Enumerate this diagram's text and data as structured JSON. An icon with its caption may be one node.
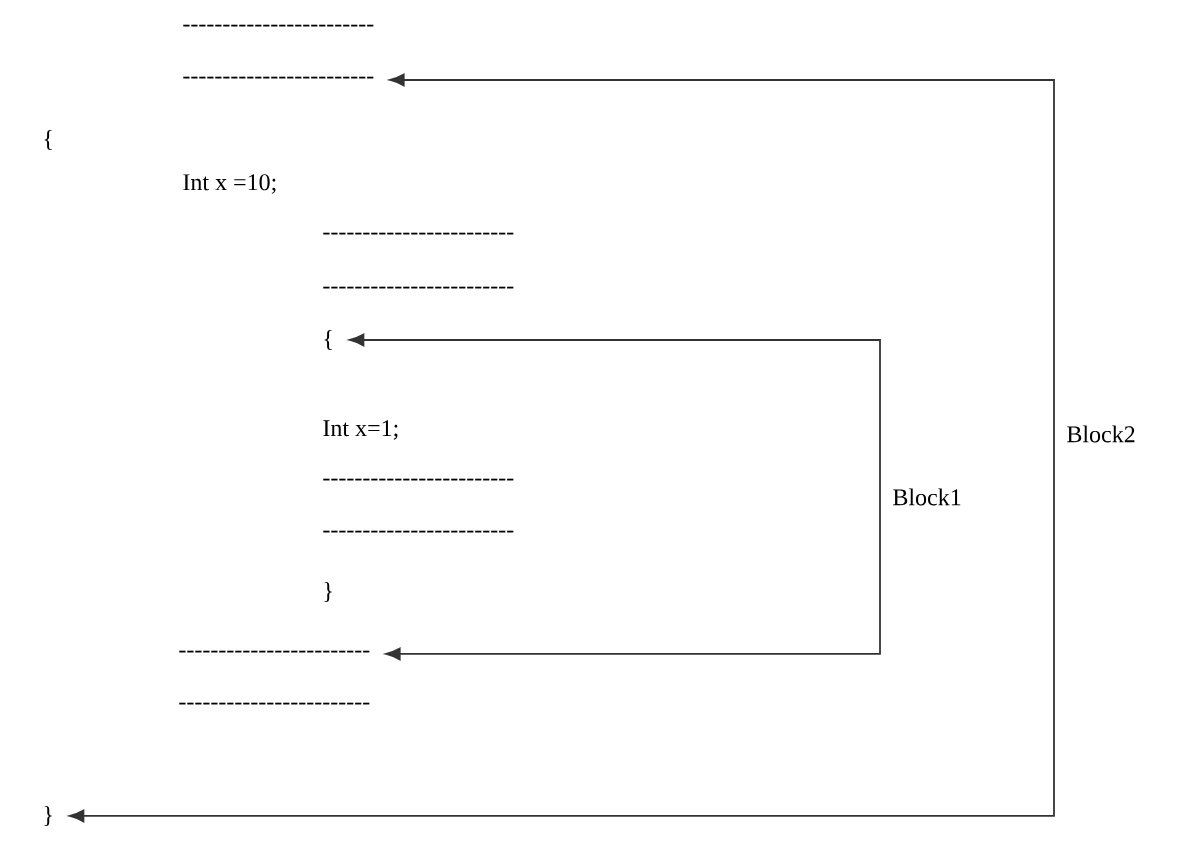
{
  "diagram": {
    "nodes": [
      {
        "text": [
          "------------------------"
        ]
      },
      {
        "text": [
          "------------------------"
        ]
      },
      {
        "text": [
          "{"
        ]
      },
      {
        "text": [
          "Int x =10;"
        ]
      },
      {
        "text": [
          "------------------------"
        ]
      },
      {
        "text": [
          "------------------------"
        ]
      },
      {
        "text": [
          "{"
        ]
      },
      {
        "text": [
          "Int x=1;"
        ]
      },
      {
        "text": [
          "------------------------"
        ]
      },
      {
        "text": [
          "------------------------"
        ]
      },
      {
        "text": [
          "}"
        ]
      },
      {
        "text": [
          "------------------------"
        ]
      },
      {
        "text": [
          "------------------------"
        ]
      },
      {
        "text": [
          "}"
        ]
      }
    ],
    "edges": [
      {
        "from": 6,
        "to": 11,
        "arrow": "both",
        "label": "Block1"
      },
      {
        "from": 1,
        "to": 13,
        "arrow": "both",
        "label": "Block2"
      }
    ]
  }
}
